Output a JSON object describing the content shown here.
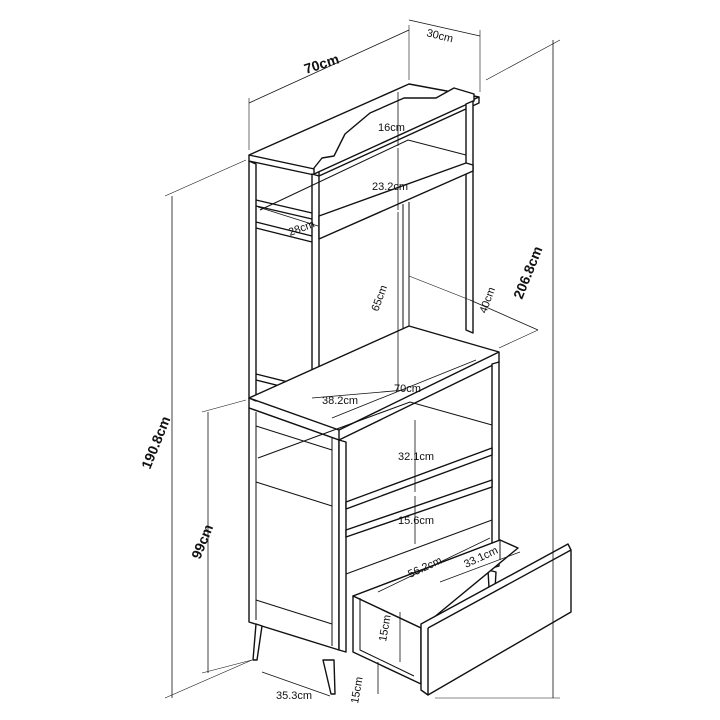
{
  "dimensions": {
    "top_width": "70cm",
    "top_depth": "30cm",
    "total_height": "206.8cm",
    "hutch_height": "190.8cm",
    "base_height": "99cm",
    "arch_height": "16cm",
    "top_shelf_gap": "23.2cm",
    "hutch_shelf_depth": "28cm",
    "hutch_open_height": "65cm",
    "counter_depth": "40cm",
    "counter_inner_depth": "38.2cm",
    "counter_width": "70cm",
    "cabinet_shelf_gap": "32.1cm",
    "lower_shelf_gap": "15.6cm",
    "drawer_inner_width": "56.2cm",
    "drawer_inner_depth": "33.1cm",
    "drawer_height": "15cm",
    "leg_height": "15cm",
    "leg_spacing": "35.3cm"
  }
}
